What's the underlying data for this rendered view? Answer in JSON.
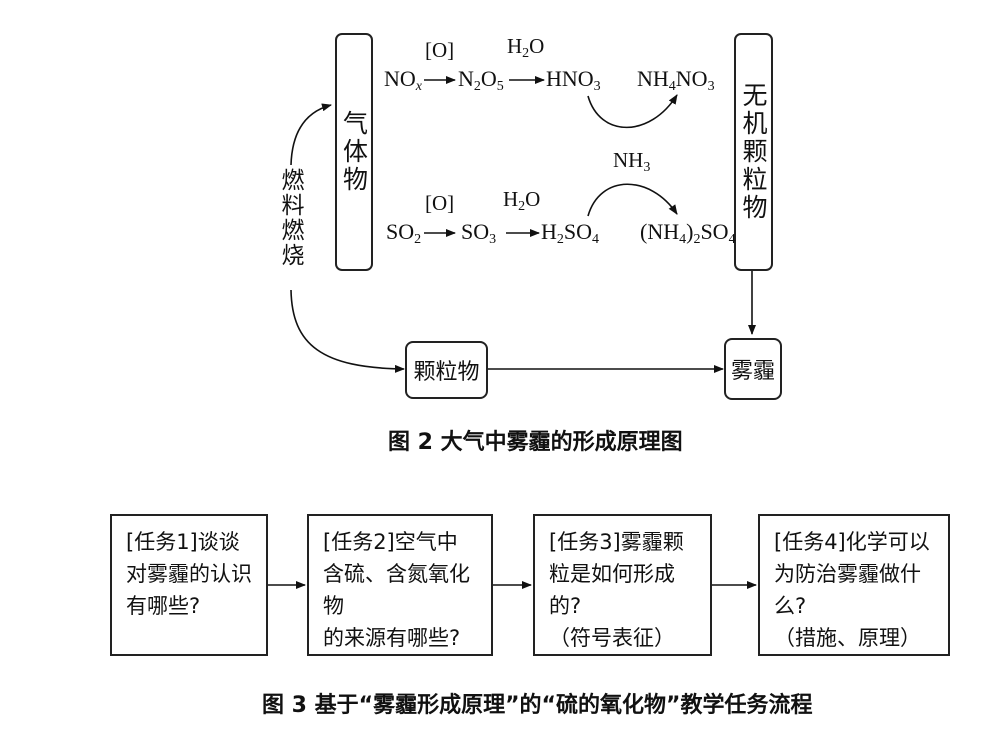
{
  "figure2": {
    "caption": "图 2   大气中雾霾的形成原理图",
    "box_gas": "气体物",
    "box_inorganic": "无机颗粒物",
    "box_particle": "颗粒物",
    "box_haze": "雾霾",
    "side_label": "燃料燃烧",
    "oxidant_label": "[O]",
    "water_label": "H2O",
    "ammonia_label": "NH3",
    "row1": [
      "NOx",
      "N2O5",
      "HNO3",
      "NH4NO3"
    ],
    "row2": [
      "SO2",
      "SO3",
      "H2SO4",
      "(NH4)2SO4"
    ]
  },
  "figure3": {
    "caption": "图 3   基于“雾霾形成原理”的“硫的氧化物”教学任务流程",
    "tasks": [
      {
        "text": "[任务1]谈谈\n对雾霾的认识\n有哪些?"
      },
      {
        "text": "[任务2]空气中\n含硫、含氮氧化物\n的来源有哪些?"
      },
      {
        "text": "[任务3]雾霾颗\n粒是如何形成的?\n（符号表征）"
      },
      {
        "text": "[任务4]化学可以\n为防治雾霾做什么?\n（措施、原理）"
      }
    ]
  }
}
